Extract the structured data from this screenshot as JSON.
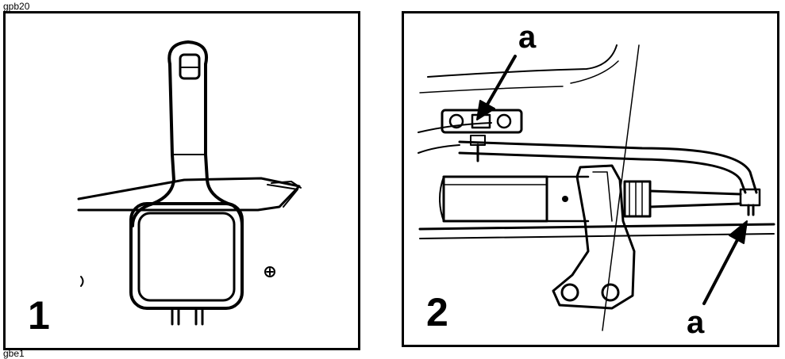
{
  "figure": {
    "top_code": "gpb20",
    "bottom_code": "gbe1",
    "panels": [
      {
        "number": "1",
        "illustration": "remote-control-handle"
      },
      {
        "number": "2",
        "illustration": "steering-linkage",
        "callouts": [
          "a",
          "a"
        ]
      }
    ]
  }
}
